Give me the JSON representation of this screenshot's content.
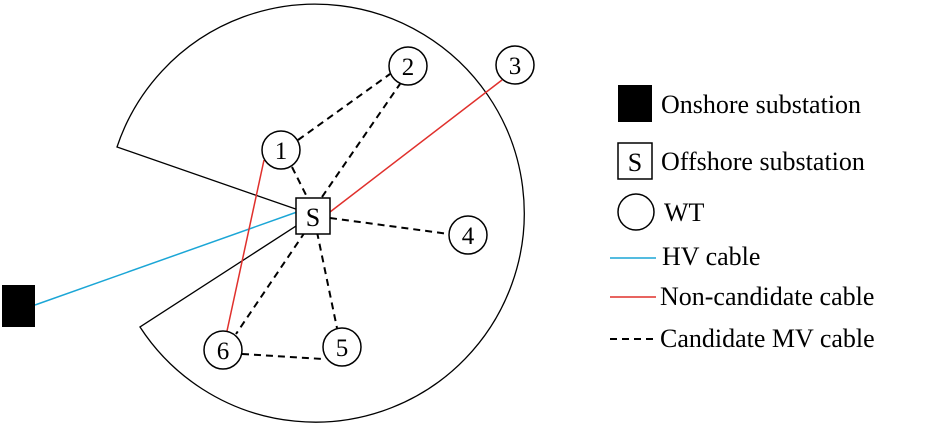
{
  "nodes": {
    "substation_label": "S",
    "wt_labels": [
      "1",
      "2",
      "3",
      "4",
      "5",
      "6"
    ]
  },
  "legend": {
    "onshore": "Onshore substation",
    "offshore_symbol": "S",
    "offshore": "Offshore substation",
    "wt": "WT",
    "hv": "HV cable",
    "noncandidate": "Non-candidate cable",
    "candidate": "Candidate MV cable"
  },
  "colors": {
    "hv_cable": "#1ba6d6",
    "noncandidate_cable": "#e0302c",
    "candidate_cable": "#000000"
  }
}
